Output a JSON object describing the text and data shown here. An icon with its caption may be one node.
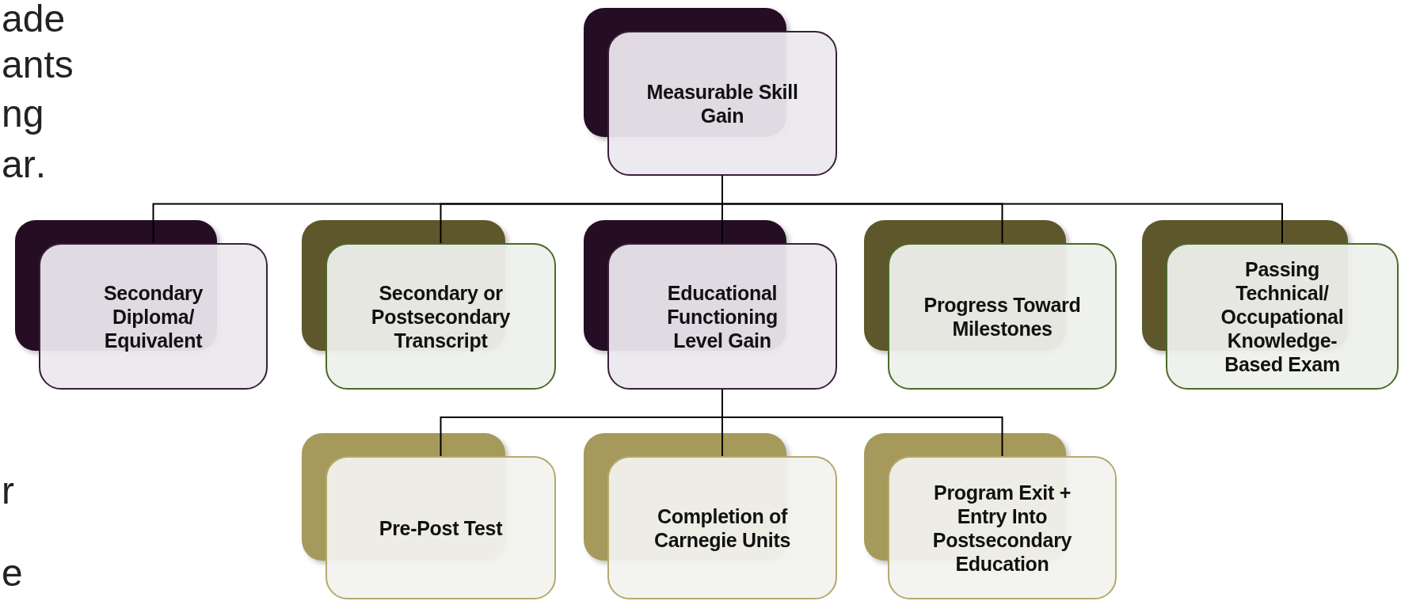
{
  "diagram": {
    "nodes": [
      {
        "text": [
          "Measurable Skill Gain"
        ]
      },
      {
        "text": [
          "Secondary Diploma/ Equivalent"
        ]
      },
      {
        "text": [
          "Secondary or Postsecondary Transcript"
        ]
      },
      {
        "text": [
          "Educational Functioning Level Gain"
        ]
      },
      {
        "text": [
          "Progress Toward Milestones"
        ]
      },
      {
        "text": [
          "Passing Technical/ Occupational Knowledge-Based Exam"
        ]
      },
      {
        "text": [
          "Pre-Post Test"
        ]
      },
      {
        "text": [
          "Completion of Carnegie Units"
        ]
      },
      {
        "text": [
          "Program Exit + Entry Into Postsecondary Education"
        ]
      }
    ],
    "edges": [
      {
        "from": 0,
        "to": 1,
        "arrow": "none"
      },
      {
        "from": 0,
        "to": 2,
        "arrow": "none"
      },
      {
        "from": 0,
        "to": 3,
        "arrow": "none"
      },
      {
        "from": 0,
        "to": 4,
        "arrow": "none"
      },
      {
        "from": 0,
        "to": 5,
        "arrow": "none"
      },
      {
        "from": 3,
        "to": 6,
        "arrow": "none"
      },
      {
        "from": 3,
        "to": 7,
        "arrow": "none"
      },
      {
        "from": 3,
        "to": 8,
        "arrow": "none"
      }
    ],
    "labels": [
      "ade",
      "ants",
      "ng",
      "**ar**.",
      "r",
      "e"
    ]
  }
}
